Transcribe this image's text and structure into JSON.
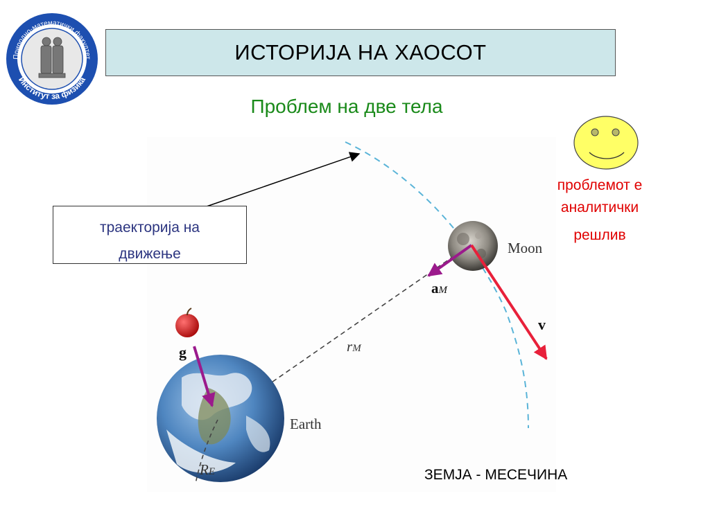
{
  "logo": {
    "ring_top_text": "Природно-математички факултет",
    "ring_bottom_text": "Институт за физика",
    "colors": {
      "ring": "#1d4fb0",
      "text": "#ffffff",
      "center": "#e8e8e8"
    }
  },
  "header": {
    "title": "ИСТОРИЈА НА ХАОСОТ"
  },
  "subtitle": "Проблем на две тела",
  "callout": {
    "line1": "траекторија на",
    "line2": "движење"
  },
  "note": {
    "line1": "проблемот е",
    "line2": "аналитички",
    "line3": "решлив"
  },
  "smiley": {
    "icon": "smiley-face-icon",
    "fill": "#ffff66"
  },
  "caption": "ЗЕМЈА - МЕСЕЧИНА",
  "figure": {
    "moon_label": "Moon",
    "earth_label": "Earth",
    "g_label": "g",
    "v_label": "v",
    "am_main": "a",
    "am_sub": "M",
    "rm_main": "r",
    "rm_sub": "M",
    "re_main": "R",
    "re_sub": "E",
    "colors": {
      "trajectory": "#5ab4d8",
      "velocity": "#e8203a",
      "acceleration": "#9b1a8c",
      "apple": "#d01818"
    }
  }
}
